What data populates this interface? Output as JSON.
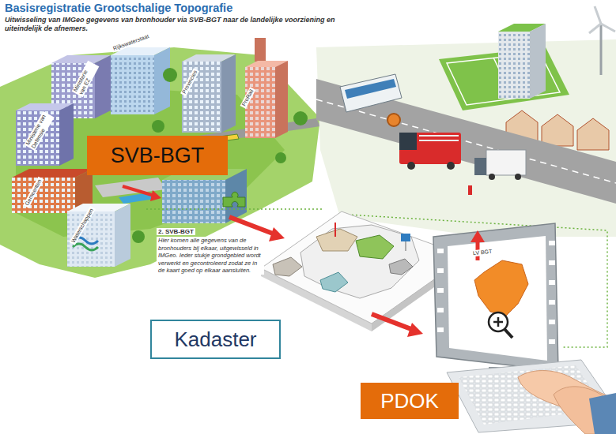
{
  "diagram": {
    "title": "Basisregistratie Grootschalige Topografie",
    "caption": "Uitwisseling van IMGeo gegevens van bronhouder via SVB-BGT naar de landelijke voorziening en uiteindelijk de afnemers.",
    "nodes": [
      {
        "text": [
          "SVB-BGT"
        ]
      },
      {
        "text": [
          "Kadaster"
        ]
      },
      {
        "text": [
          "PDOK"
        ]
      }
    ],
    "labels": [
      "Ministerie van EZ",
      "Rijkswaterstaat",
      "Provincies",
      "ProRail",
      "Ministerie van Defensie",
      "Gemeenten",
      "Waterschappen",
      "2. SVB-BGT",
      "Hier komen alle gegevens van de bronhouders bij elkaar, uitgewisseld in IMGeo. Ieder stukje grondgebied wordt verwerkt en gecontroleerd zodat ze in de kaart goed op elkaar aansluiten.",
      "LV BGT"
    ]
  }
}
